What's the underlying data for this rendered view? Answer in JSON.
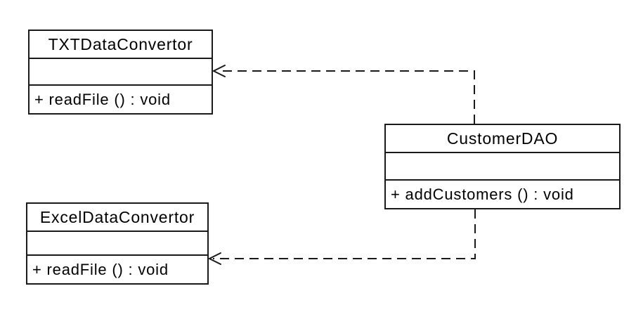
{
  "diagram": {
    "kind": "uml-class-diagram",
    "classes": [
      {
        "name": "TXTDataConvertor",
        "attributes": [],
        "methods": [
          "+ readFile () : void"
        ]
      },
      {
        "name": "CustomerDAO",
        "attributes": [],
        "methods": [
          "+ addCustomers () : void"
        ]
      },
      {
        "name": "ExcelDataConvertor",
        "attributes": [],
        "methods": [
          "+ readFile () : void"
        ]
      }
    ],
    "relationships": [
      {
        "from": "CustomerDAO",
        "to": "TXTDataConvertor",
        "type": "dependency",
        "line_style": "dashed",
        "arrowhead": "open"
      },
      {
        "from": "CustomerDAO",
        "to": "ExcelDataConvertor",
        "type": "dependency",
        "line_style": "dashed",
        "arrowhead": "open"
      }
    ],
    "colors": {
      "background": "#ffffff",
      "line": "#1a1a1a",
      "text": "#000000"
    }
  }
}
